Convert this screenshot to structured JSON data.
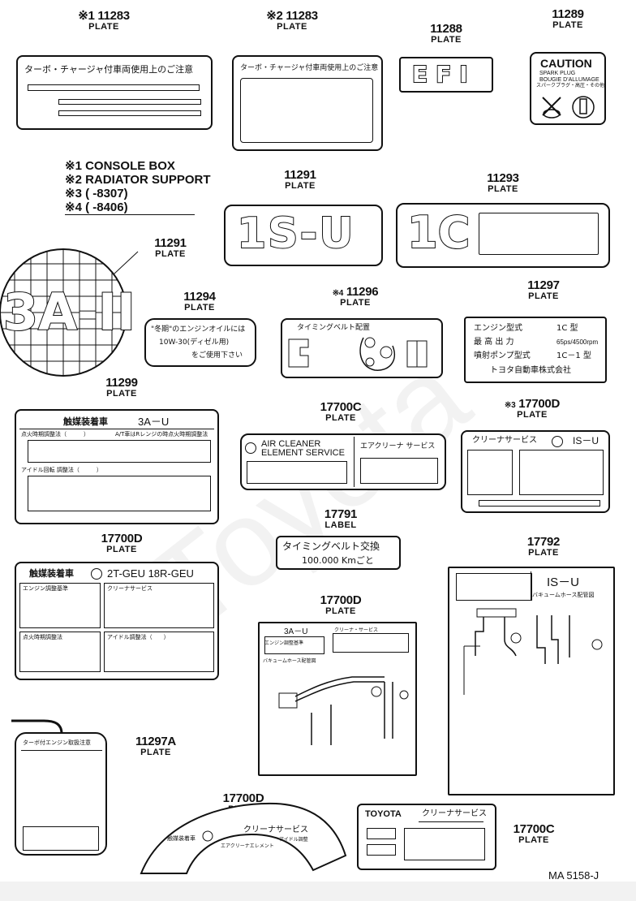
{
  "watermark": "Toyota",
  "diagram_code": "MA 5158-J",
  "notes": [
    {
      "mark": "※1",
      "text": "CONSOLE BOX"
    },
    {
      "mark": "※2",
      "text": "RADIATOR SUPPORT"
    },
    {
      "mark": "※3",
      "text": "(      -8307)"
    },
    {
      "mark": "※4",
      "text": "(      -8406)"
    }
  ],
  "parts": {
    "p11283a": {
      "mark": "※1",
      "number": "11283",
      "kind": "PLATE"
    },
    "p11283b": {
      "mark": "※2",
      "number": "11283",
      "kind": "PLATE"
    },
    "p11288": {
      "number": "11288",
      "kind": "PLATE"
    },
    "p11289": {
      "number": "11289",
      "kind": "PLATE"
    },
    "p11291a": {
      "number": "11291",
      "kind": "PLATE"
    },
    "p11293": {
      "number": "11293",
      "kind": "PLATE"
    },
    "p11291b": {
      "number": "11291",
      "kind": "PLATE"
    },
    "p11294": {
      "number": "11294",
      "kind": "PLATE"
    },
    "p11296": {
      "mark": "※4",
      "number": "11296",
      "kind": "PLATE"
    },
    "p11297": {
      "number": "11297",
      "kind": "PLATE"
    },
    "p11299": {
      "number": "11299",
      "kind": "PLATE"
    },
    "p17700c_a": {
      "number": "17700C",
      "kind": "PLATE"
    },
    "p17700d_a": {
      "mark": "※3",
      "number": "17700D",
      "kind": "PLATE"
    },
    "p17791": {
      "number": "17791",
      "kind": "LABEL"
    },
    "p17700d_b": {
      "number": "17700D",
      "kind": "PLATE"
    },
    "p17792": {
      "number": "17792",
      "kind": "PLATE"
    },
    "p17700d_c": {
      "number": "17700D",
      "kind": "PLATE"
    },
    "p11297a": {
      "number": "11297A",
      "kind": "PLATE"
    },
    "p17700d_d": {
      "number": "17700D",
      "kind": "PLATE"
    },
    "p17700c_b": {
      "number": "17700C",
      "kind": "PLATE"
    }
  },
  "plates": {
    "turbo1": "ターボ・チャージャ付車両使用上のご注意",
    "turbo2": "ターボ・チャージャ付車両使用上のご注意",
    "efi": "EFI",
    "caution": {
      "title": "CAUTION",
      "l1": "SPARK PLUG",
      "l2": "BOUGIE D'ALLUMAGE",
      "l3": "スパークプラグ・高圧・その他"
    },
    "isu": "1S-U",
    "one_c": "1C",
    "three_a": "3A-II",
    "oil": {
      "l1": "\"冬期\"のエンジンオイルには",
      "l2": "10W-30(ディゼル用)",
      "l3": "をご使用下さい"
    },
    "timing_belt": "タイミングベルト配置",
    "engine_spec": {
      "r1k": "エンジン型式",
      "r1v": "1C 型",
      "r2k": "最 高 出 力",
      "r2v": "65ps/4500rpm",
      "r3k": "噴射ポンプ型式",
      "r3v": "1C－1 型",
      "maker": "トヨタ自動車株式会社"
    },
    "emission_3au": {
      "title": "触媒装着車",
      "model": "3A－U",
      "r1": "点火時期調整法（　　　）",
      "r1b": "A/T車はRレンジの時点火時期調整法",
      "r2": "アイドル回転 調整法（　　　）"
    },
    "air_cleaner": {
      "en1": "AIR CLEANER",
      "en2": "ELEMENT SERVICE",
      "jp": "エアクリーナ サービス"
    },
    "cleaner_isu": {
      "jp": "クリーナサービス",
      "model": "IS－U"
    },
    "timing_label": {
      "l1": "タイミングベルト交換",
      "l2": "100.000 Kmごと"
    },
    "emission_2t": {
      "title": "触媒装着車",
      "model": "2T-GEU  18R-GEU",
      "c1": "エンジン調整基準",
      "c2": "クリーナサービス",
      "c3": "点火時期調整法",
      "c4": "アイドル調整法（　　）"
    },
    "vacuum_isu": {
      "model": "IS－U",
      "sub": "バキュームホース配管図"
    },
    "vac_3au": {
      "model": "3A－U",
      "c1": "クリーナ・サービス",
      "c2": "エンジン調整基準",
      "c3": "バキュームホース配管図"
    },
    "turbo_tag": "ターボ付エンジン取扱注意",
    "arc": {
      "t1": "触媒装着車",
      "t2": "クリーナサービス",
      "t3": "エアクリーナエレメント",
      "t4": "アイドル調整"
    },
    "toyota_cleaner": {
      "brand": "TOYOTA",
      "jp": "クリーナサービス"
    }
  }
}
